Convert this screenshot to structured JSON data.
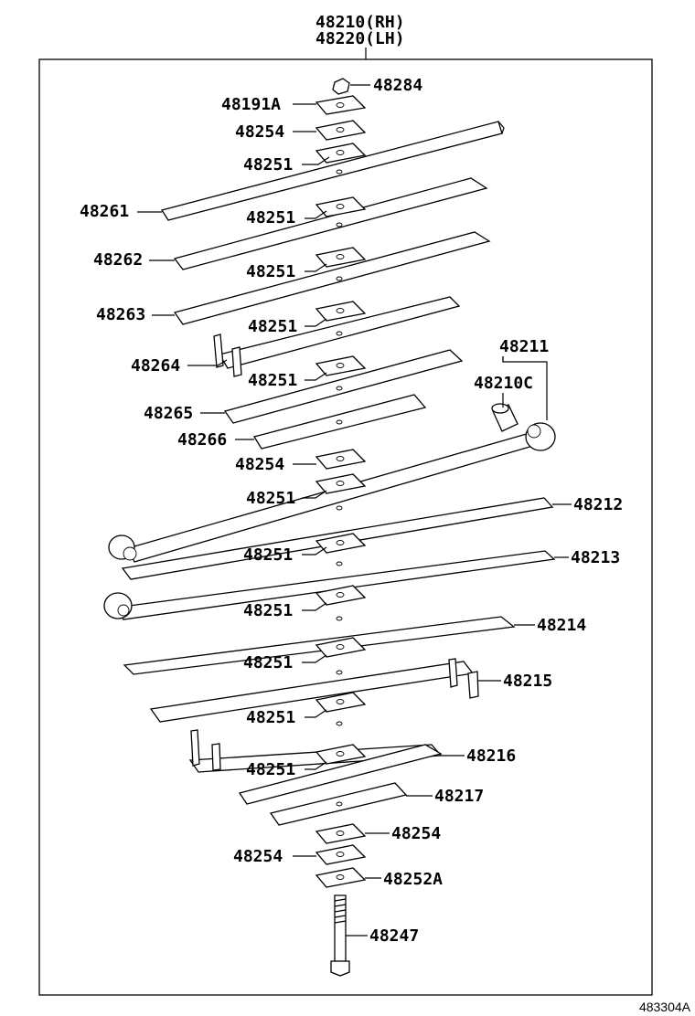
{
  "assembly": {
    "rh": "48210(RH)",
    "lh": "48220(LH)"
  },
  "footer": {
    "code": "483304A"
  },
  "labels": [
    {
      "id": "l01",
      "text": "48284"
    },
    {
      "id": "l02",
      "text": "48191A"
    },
    {
      "id": "l03",
      "text": "48254"
    },
    {
      "id": "l04",
      "text": "48251"
    },
    {
      "id": "l05",
      "text": "48261"
    },
    {
      "id": "l06",
      "text": "48251"
    },
    {
      "id": "l07",
      "text": "48262"
    },
    {
      "id": "l08",
      "text": "48251"
    },
    {
      "id": "l09",
      "text": "48263"
    },
    {
      "id": "l10",
      "text": "48251"
    },
    {
      "id": "l11",
      "text": "48264"
    },
    {
      "id": "l12",
      "text": "48251"
    },
    {
      "id": "l13",
      "text": "48211"
    },
    {
      "id": "l14",
      "text": "48210C"
    },
    {
      "id": "l15",
      "text": "48265"
    },
    {
      "id": "l16",
      "text": "48266"
    },
    {
      "id": "l17",
      "text": "48254"
    },
    {
      "id": "l18",
      "text": "48251"
    },
    {
      "id": "l19",
      "text": "48212"
    },
    {
      "id": "l20",
      "text": "48251"
    },
    {
      "id": "l21",
      "text": "48213"
    },
    {
      "id": "l22",
      "text": "48251"
    },
    {
      "id": "l23",
      "text": "48214"
    },
    {
      "id": "l24",
      "text": "48251"
    },
    {
      "id": "l25",
      "text": "48215"
    },
    {
      "id": "l26",
      "text": "48251"
    },
    {
      "id": "l27",
      "text": "48216"
    },
    {
      "id": "l28",
      "text": "48251"
    },
    {
      "id": "l29",
      "text": "48217"
    },
    {
      "id": "l30",
      "text": "48254"
    },
    {
      "id": "l31",
      "text": "48254"
    },
    {
      "id": "l32",
      "text": "48252A"
    },
    {
      "id": "l33",
      "text": "48247"
    }
  ]
}
